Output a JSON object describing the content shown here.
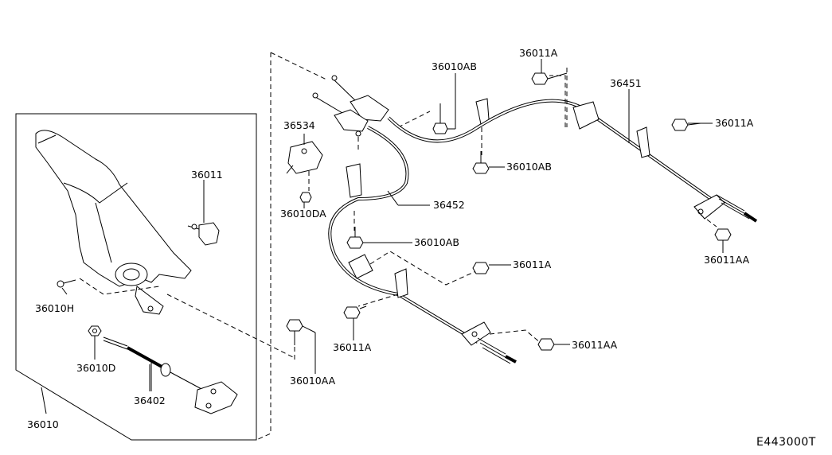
{
  "diagram_code": "E443000T",
  "parts": {
    "p36010AB_top": "36010AB",
    "p36011A_top": "36011A",
    "p36451": "36451",
    "p36011A_right": "36011A",
    "p36534": "36534",
    "p36010AB_mid": "36010AB",
    "p36011": "36011",
    "p36452": "36452",
    "p36010DA": "36010DA",
    "p36010AB_low": "36010AB",
    "p36011AA_right": "36011AA",
    "p36011A_mid": "36011A",
    "p36010H": "36010H",
    "p36011A_low": "36011A",
    "p36011AA_low": "36011AA",
    "p36010D": "36010D",
    "p36010AA": "36010AA",
    "p36402": "36402",
    "p36010": "36010"
  }
}
